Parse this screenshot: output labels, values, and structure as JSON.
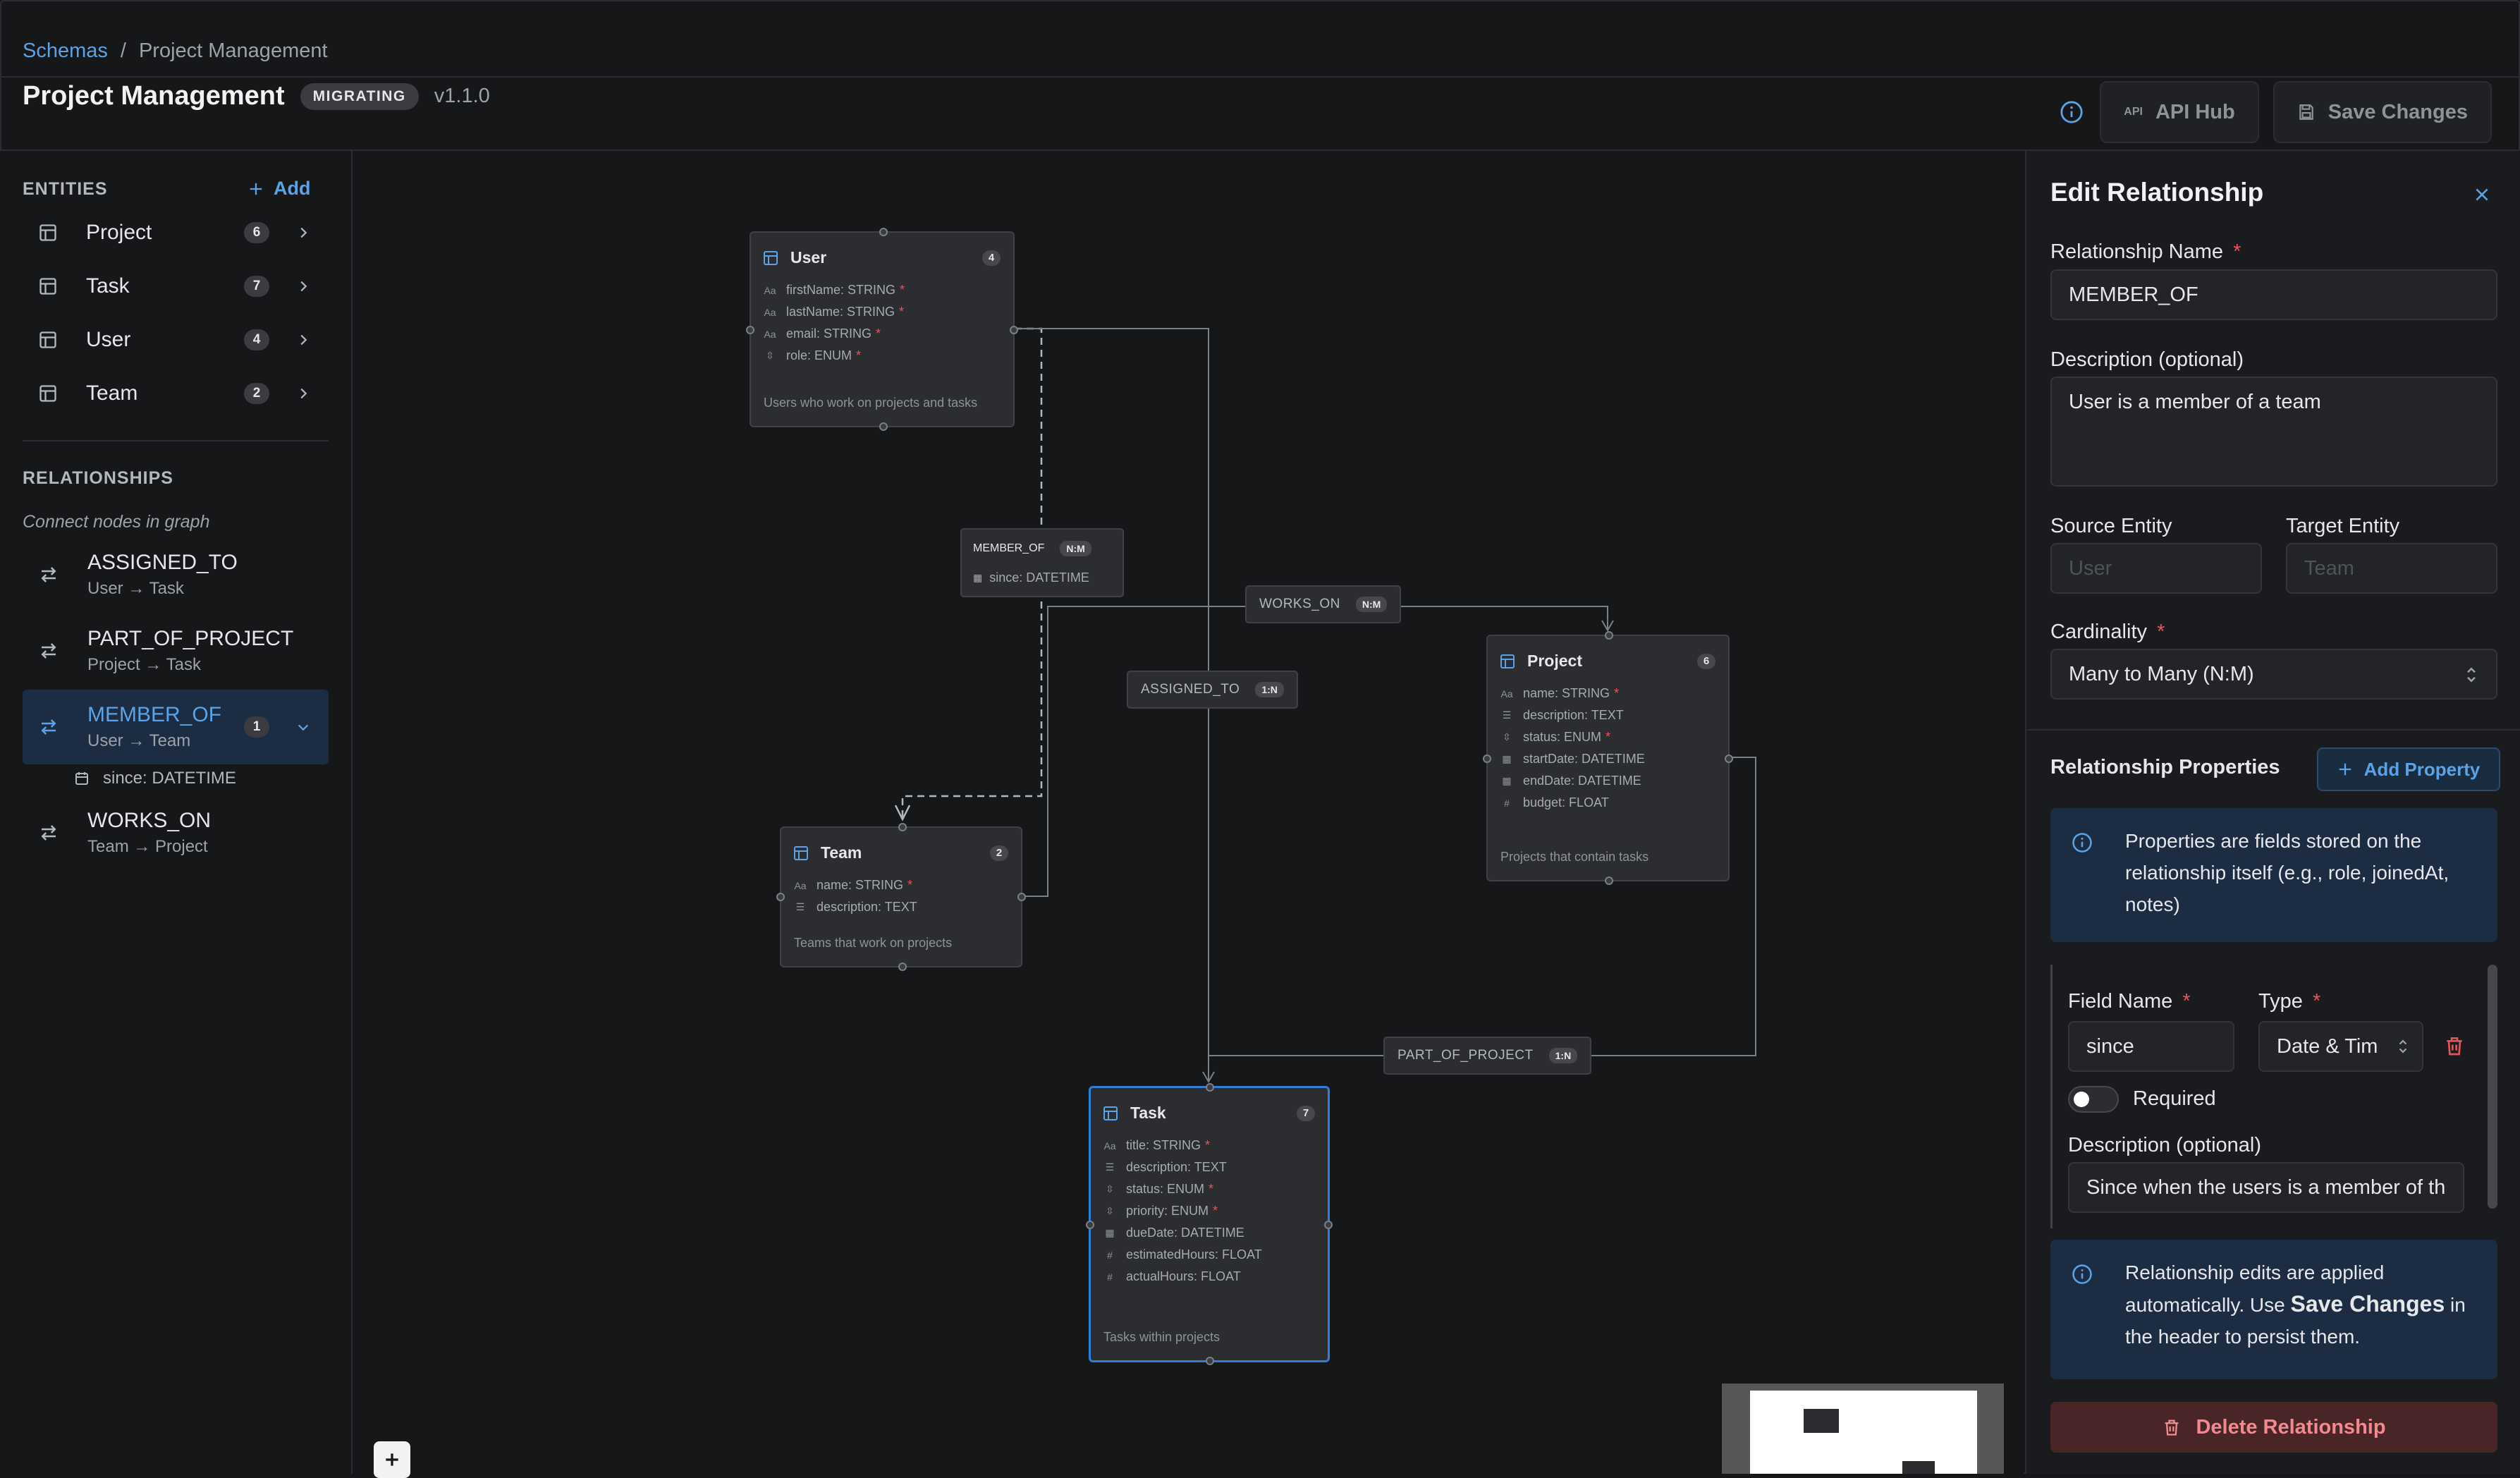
{
  "header": {
    "breadcrumb": {
      "root": "Schemas",
      "separator": "/",
      "current": "Project Management"
    },
    "title": "Project Management",
    "status_badge": "MIGRATING",
    "version": "v1.1.0",
    "api_hub_label": "API Hub",
    "api_hub_icon_text": "API",
    "save_label": "Save Changes"
  },
  "sidebar": {
    "entities_heading": "ENTITIES",
    "add_label": "Add",
    "entities": [
      {
        "name": "Project",
        "count": "6"
      },
      {
        "name": "Task",
        "count": "7"
      },
      {
        "name": "User",
        "count": "4"
      },
      {
        "name": "Team",
        "count": "2"
      }
    ],
    "relationships_heading": "RELATIONSHIPS",
    "hint": "Connect nodes in graph",
    "relationships": [
      {
        "name": "ASSIGNED_TO",
        "route": "User → Task"
      },
      {
        "name": "PART_OF_PROJECT",
        "route": "Project → Task"
      },
      {
        "name": "MEMBER_OF",
        "route": "User → Team",
        "count": "1",
        "property": "since: DATETIME"
      },
      {
        "name": "WORKS_ON",
        "route": "Team → Project"
      }
    ]
  },
  "graph": {
    "nodes": {
      "user": {
        "title": "User",
        "count": "4",
        "fields": [
          "firstName: STRING",
          "lastName: STRING",
          "email: STRING",
          "role: ENUM"
        ],
        "description": "Users who work on projects and tasks"
      },
      "team": {
        "title": "Team",
        "count": "2",
        "fields": [
          "name: STRING",
          "description: TEXT"
        ],
        "description": "Teams that work on projects"
      },
      "project": {
        "title": "Project",
        "count": "6",
        "fields": [
          "name: STRING",
          "description: TEXT",
          "status: ENUM",
          "startDate: DATETIME",
          "endDate: DATETIME",
          "budget: FLOAT"
        ],
        "description": "Projects that contain tasks"
      },
      "task": {
        "title": "Task",
        "count": "7",
        "fields": [
          "title: STRING",
          "description: TEXT",
          "status: ENUM",
          "priority: ENUM",
          "dueDate: DATETIME",
          "estimatedHours: FLOAT",
          "actualHours: FLOAT"
        ],
        "description": "Tasks within projects"
      }
    },
    "edges": {
      "member_of": {
        "name": "MEMBER_OF",
        "cardinality": "N:M",
        "property": "since: DATETIME"
      },
      "works_on": {
        "name": "WORKS_ON",
        "cardinality": "N:M"
      },
      "assigned_to": {
        "name": "ASSIGNED_TO",
        "cardinality": "1:N"
      },
      "part_of_project": {
        "name": "PART_OF_PROJECT",
        "cardinality": "1:N"
      }
    },
    "required_marker": "*"
  },
  "panel": {
    "title": "Edit Relationship",
    "name_label": "Relationship Name",
    "name_value": "MEMBER_OF",
    "description_label": "Description (optional)",
    "description_value": "User is a member of a team",
    "source_label": "Source Entity",
    "source_value": "User",
    "target_label": "Target Entity",
    "target_value": "Team",
    "cardinality_label": "Cardinality",
    "cardinality_value": "Many to Many (N:M)",
    "properties_heading": "Relationship Properties",
    "add_property_label": "Add Property",
    "properties_info": "Properties are fields stored on the relationship itself (e.g., role, joinedAt, notes)",
    "field_name_label": "Field Name",
    "field_name_value": "since",
    "type_label": "Type",
    "type_value": "Date & Tim",
    "required_label": "Required",
    "prop_description_label": "Description (optional)",
    "prop_description_value": "Since when the users is a member of th",
    "notice_pre": "Relationship edits are applied automatically. Use",
    "notice_strong": "Save Changes",
    "notice_post": "in the header to persist them.",
    "delete_label": "Delete Relationship"
  },
  "colors": {
    "accent": "#5ba3e6",
    "required": "#e8535a",
    "danger": "#f08a8f",
    "selected_border": "#2f7fd8"
  }
}
